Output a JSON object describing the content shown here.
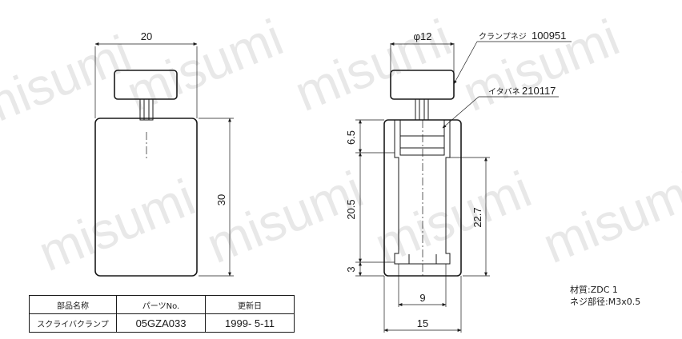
{
  "watermark": "misumi",
  "front_view": {
    "width_dim": "20",
    "height_dim": "30"
  },
  "side_view": {
    "diameter_dim": "φ12",
    "dim_6_5": "6.5",
    "dim_20_5": "20.5",
    "dim_3": "3",
    "dim_22_7": "22.7",
    "dim_9": "9",
    "dim_15": "15",
    "callout_screw_label": "クランプネジ",
    "callout_screw_no": "100951",
    "callout_spring_label": "イタバネ",
    "callout_spring_no": "210117"
  },
  "material": {
    "line1": "材質:ZDC  1",
    "line2": "ネジ部径:M3x0.5"
  },
  "title_block": {
    "headers": [
      "部品名称",
      "パーツNo.",
      "更新日"
    ],
    "values": [
      "スクライバクランプ",
      "05GZA033",
      "1999- 5-11"
    ]
  }
}
